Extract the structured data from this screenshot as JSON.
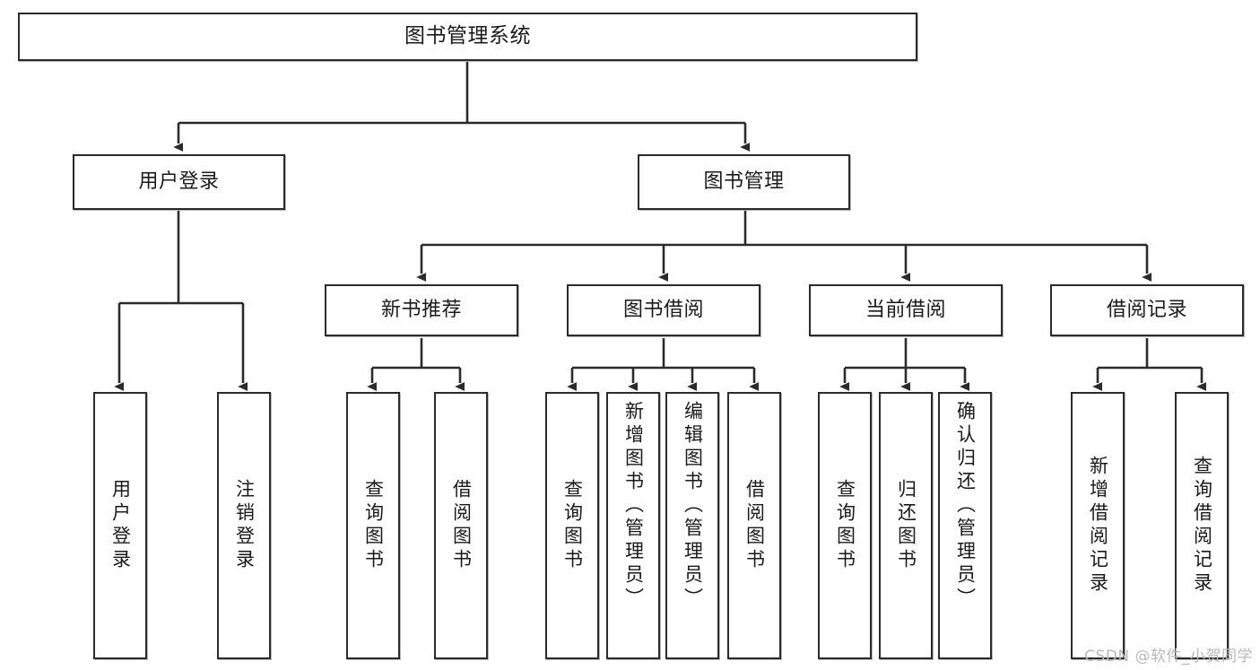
{
  "diagram": {
    "title": "图书管理系统",
    "type": "functional-structure-tree",
    "stroke_color": "#2b2b2b",
    "fill_color": "#ffffff",
    "text_color": "#1a1a1a"
  },
  "watermark": {
    "text": "CSDN @软件_小贺同学",
    "color": "#b9b9b9"
  },
  "nodes": {
    "root": {
      "label": "图书管理系统",
      "level": 1
    },
    "l2": [
      {
        "label": "用户登录",
        "level": 2
      },
      {
        "label": "图书管理",
        "level": 2
      }
    ],
    "l3": [
      {
        "label": "新书推荐",
        "level": 3
      },
      {
        "label": "图书借阅",
        "level": 3
      },
      {
        "label": "当前借阅",
        "level": 3
      },
      {
        "label": "借阅记录",
        "level": 3
      }
    ],
    "leaves": {
      "user_login": [
        {
          "label": "用户登录"
        },
        {
          "label": "注销登录"
        }
      ],
      "new_book_recommend": [
        {
          "label": "查询图书"
        },
        {
          "label": "借阅图书"
        }
      ],
      "book_borrow": [
        {
          "label": "查询图书"
        },
        {
          "label": "新增图书（管理员）"
        },
        {
          "label": "编辑图书（管理员）"
        },
        {
          "label": "借阅图书"
        }
      ],
      "current_borrow": [
        {
          "label": "查询图书"
        },
        {
          "label": "归还图书"
        },
        {
          "label": "确认归还（管理员）"
        }
      ],
      "borrow_record": [
        {
          "label": "新增借阅记录"
        },
        {
          "label": "查询借阅记录"
        }
      ]
    }
  }
}
